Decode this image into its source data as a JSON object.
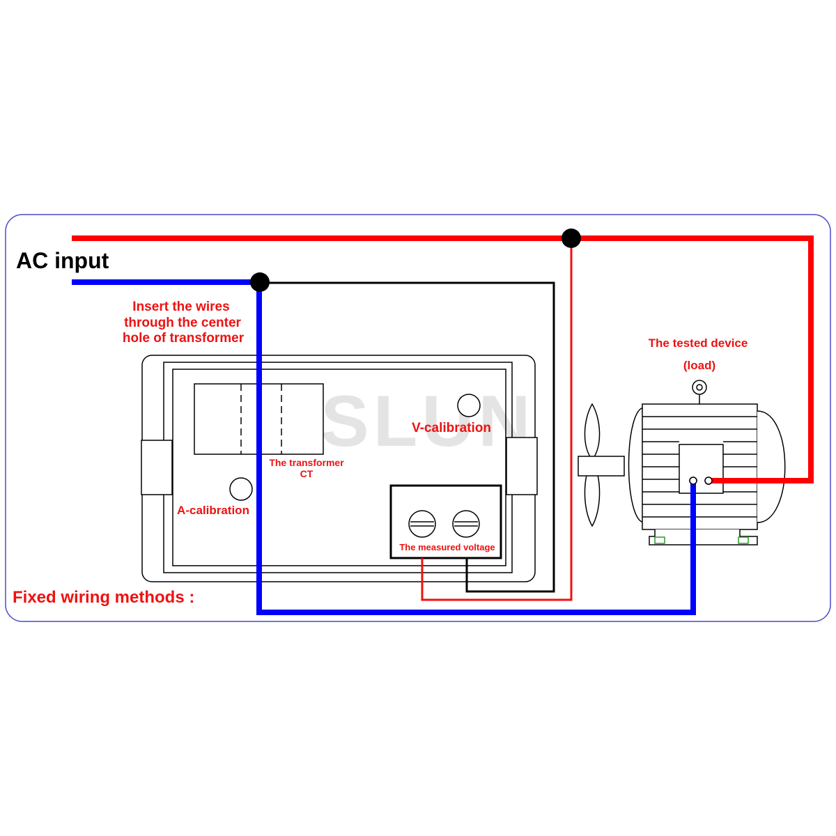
{
  "labels": {
    "ac_input": "AC input",
    "insert_wires_line1": "Insert the wires",
    "insert_wires_line2": "through the center",
    "insert_wires_line3": "hole of transformer",
    "tested_device_line1": "The tested device",
    "tested_device_line2": "(load)",
    "v_calibration": "V-calibration",
    "a_calibration": "A-calibration",
    "transformer_line1": "The transformer",
    "transformer_line2": "CT",
    "measured_voltage": "The measured voltage",
    "fixed_wiring": "Fixed wiring methods :"
  },
  "watermark": "YSLUN",
  "colors": {
    "red_wire": "#ff0000",
    "blue_wire": "#0000ff",
    "black_wire": "#000000",
    "frame_border": "#4a4ac8",
    "label_red": "#ee1111",
    "label_black": "#000000",
    "watermark": "#d0d0d0"
  }
}
